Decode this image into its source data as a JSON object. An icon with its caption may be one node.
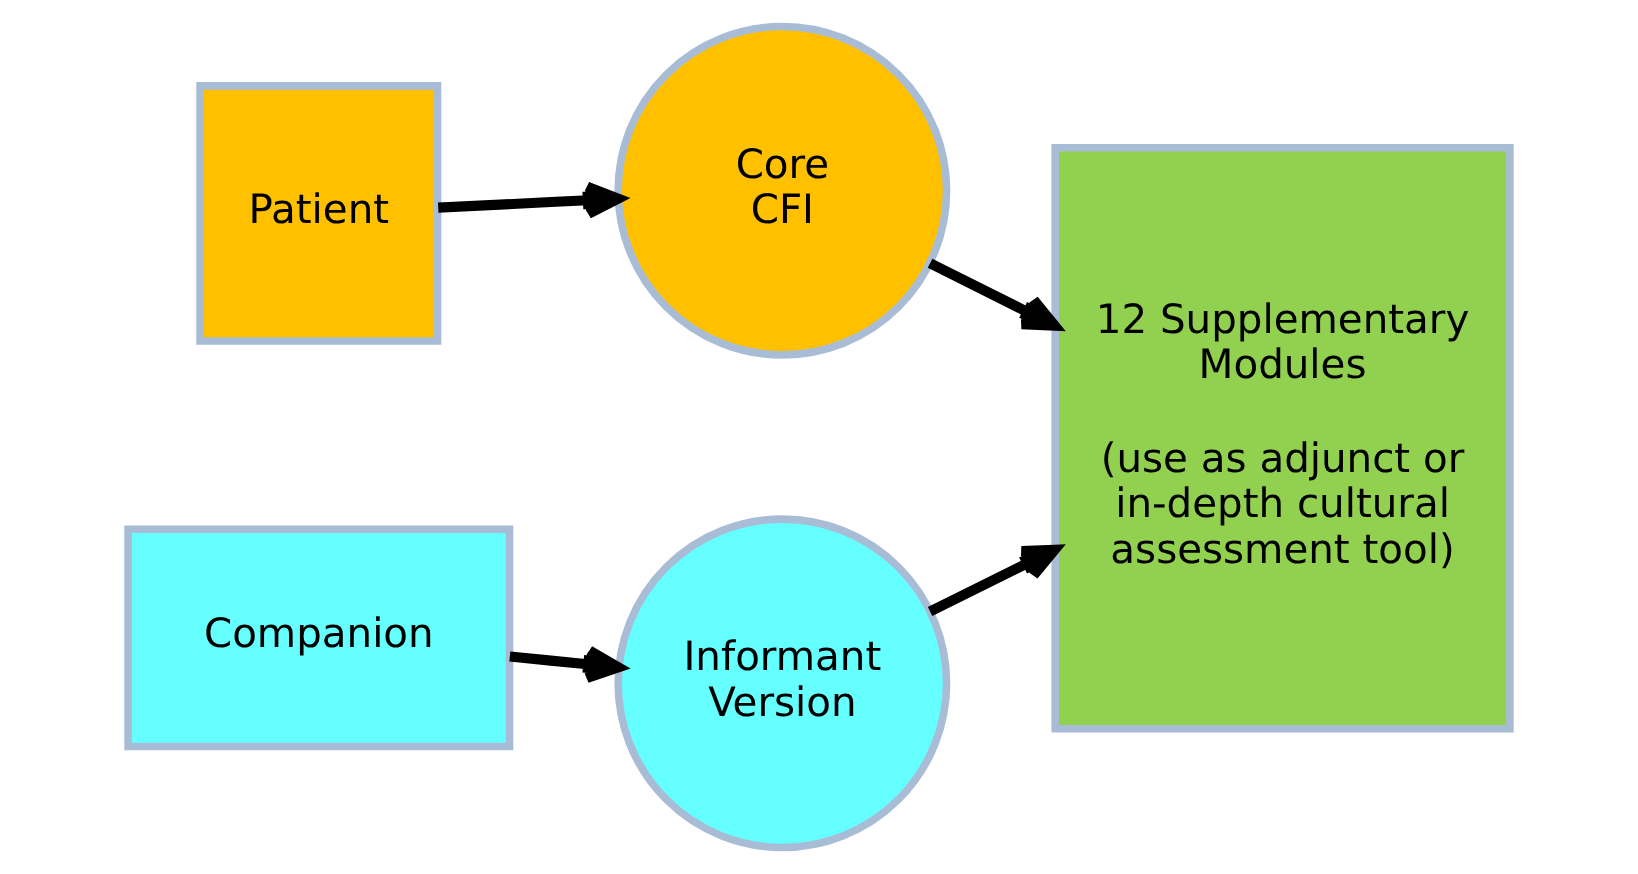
{
  "diagram": {
    "nodes": [
      {
        "text": [
          "Patient"
        ]
      },
      {
        "text": [
          "Core CFI"
        ]
      },
      {
        "text": [
          "12 Supplementary Modules",
          "(use as adjunct or in-depth cultural assessment tool)"
        ]
      },
      {
        "text": [
          "Companion"
        ]
      },
      {
        "text": [
          "Informant Version"
        ]
      }
    ],
    "edges": [
      {
        "from": 0,
        "to": 1,
        "arrow": "to"
      },
      {
        "from": 1,
        "to": 2,
        "arrow": "to"
      },
      {
        "from": 3,
        "to": 4,
        "arrow": "to"
      },
      {
        "from": 4,
        "to": 2,
        "arrow": "to"
      }
    ]
  }
}
